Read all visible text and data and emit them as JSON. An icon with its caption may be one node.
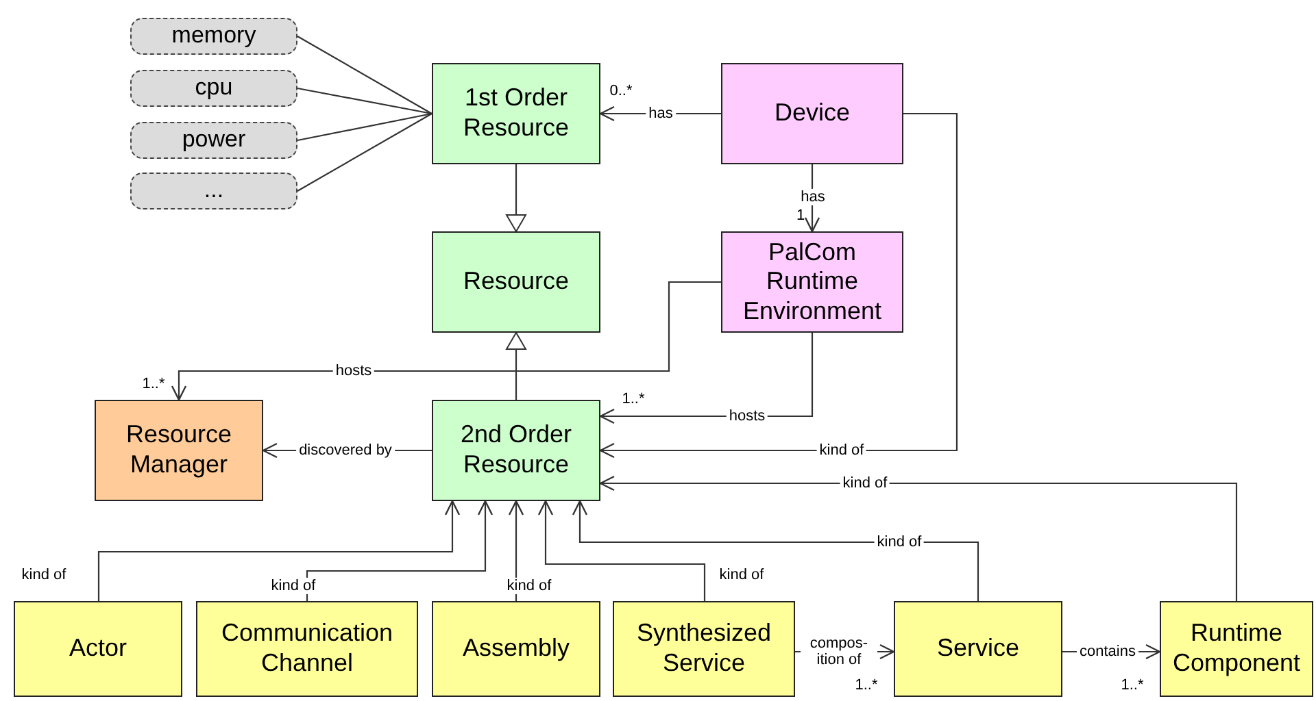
{
  "diagram": {
    "nodes": [
      {
        "text": [
          "memory"
        ]
      },
      {
        "text": [
          "cpu"
        ]
      },
      {
        "text": [
          "power"
        ]
      },
      {
        "text": [
          "..."
        ]
      },
      {
        "text": [
          "1st Order Resource"
        ]
      },
      {
        "text": [
          "Device"
        ]
      },
      {
        "text": [
          "Resource"
        ]
      },
      {
        "text": [
          "PalCom Runtime Environment"
        ]
      },
      {
        "text": [
          "Resource Manager"
        ]
      },
      {
        "text": [
          "2nd Order Resource"
        ]
      },
      {
        "text": [
          "Actor"
        ]
      },
      {
        "text": [
          "Communication Channel"
        ]
      },
      {
        "text": [
          "Assembly"
        ]
      },
      {
        "text": [
          "Synthesized Service"
        ]
      },
      {
        "text": [
          "Service"
        ]
      },
      {
        "text": [
          "Runtime Component"
        ]
      }
    ],
    "edges": [
      {
        "from": 0,
        "to": 4,
        "arrow": "none"
      },
      {
        "from": 1,
        "to": 4,
        "arrow": "none"
      },
      {
        "from": 2,
        "to": 4,
        "arrow": "none"
      },
      {
        "from": 3,
        "to": 4,
        "arrow": "none"
      },
      {
        "from": 4,
        "to": 6,
        "arrow": "to"
      },
      {
        "from": 5,
        "to": 4,
        "label": "has",
        "arrow": "to"
      },
      {
        "from": 5,
        "to": 7,
        "label": "has",
        "arrow": "to"
      },
      {
        "from": 9,
        "to": 6,
        "arrow": "to"
      },
      {
        "from": 7,
        "to": 8,
        "label": "hosts",
        "arrow": "to"
      },
      {
        "from": 7,
        "to": 9,
        "label": "hosts",
        "arrow": "to"
      },
      {
        "from": 9,
        "to": 8,
        "label": "discovered by",
        "arrow": "to"
      },
      {
        "from": 5,
        "to": 9,
        "label": "kind of",
        "arrow": "to"
      },
      {
        "from": 15,
        "to": 9,
        "label": "kind of",
        "arrow": "to"
      },
      {
        "from": 14,
        "to": 9,
        "label": "kind of",
        "arrow": "to"
      },
      {
        "from": 13,
        "to": 9,
        "label": "kind of",
        "arrow": "to"
      },
      {
        "from": 12,
        "to": 9,
        "label": "kind of",
        "arrow": "to"
      },
      {
        "from": 11,
        "to": 9,
        "label": "kind of",
        "arrow": "to"
      },
      {
        "from": 10,
        "to": 9,
        "label": "kind of",
        "arrow": "to"
      },
      {
        "from": 13,
        "to": 14,
        "label": "compos- ition of",
        "arrow": "to"
      },
      {
        "from": 14,
        "to": 15,
        "label": "contains",
        "arrow": "to"
      }
    ],
    "labels": [
      "0..*",
      "1",
      "1..*",
      "1..*",
      "1..*",
      "1..*"
    ]
  }
}
